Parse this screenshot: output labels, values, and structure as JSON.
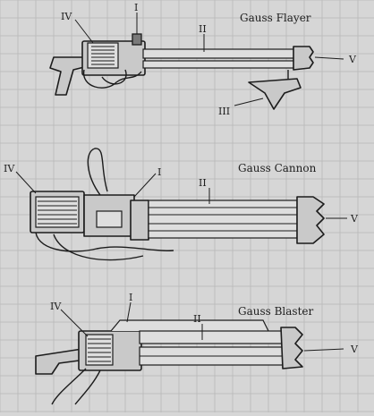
{
  "diagrams": [
    {
      "title": "Gauss Flayer",
      "labels": {
        "i": "I",
        "ii": "II",
        "iii": "III",
        "iv": "IV",
        "v": "V"
      }
    },
    {
      "title": "Gauss Cannon",
      "labels": {
        "i": "I",
        "ii": "II",
        "iv": "IV",
        "v": "V"
      }
    },
    {
      "title": "Gauss Blaster",
      "labels": {
        "i": "I",
        "ii": "II",
        "iv": "IV",
        "v": "V"
      }
    }
  ],
  "colors": {
    "paper": "#d6d6d6",
    "ink": "#1c1c1c",
    "grid": "#bdbdbd"
  }
}
